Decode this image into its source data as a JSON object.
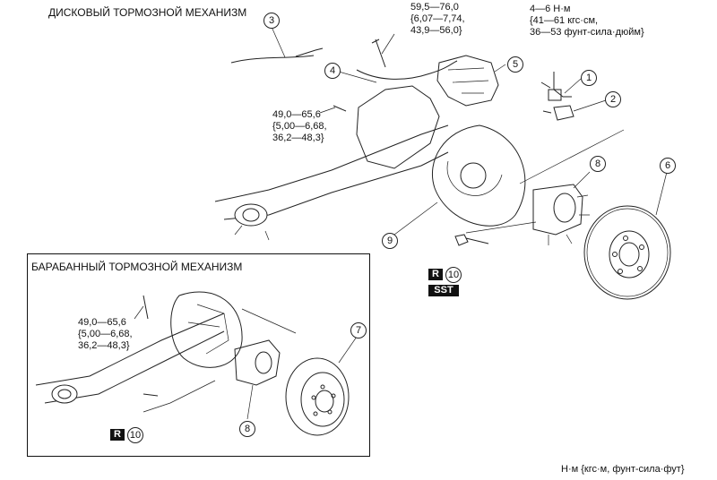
{
  "disc_section": {
    "title": "ДИСКОВЫЙ ТОРМОЗНОЙ МЕХАНИЗМ"
  },
  "drum_section": {
    "title": "БАРАБАННЫЙ ТОРМОЗНОЙ МЕХАНИЗМ"
  },
  "torque_caliper": [
    "59,5—76,0",
    "{6,07—7,74,",
    "43,9—56,0}"
  ],
  "torque_sensor": [
    "4—6 Н·м",
    "{41—61 кгс·см,",
    "36—53 фунт-сила·дюйм}"
  ],
  "torque_trailing_arm": [
    "49,0—65,6",
    "{5,00—6,68,",
    "36,2—48,3}"
  ],
  "torque_drum_arm": [
    "49,0—65,6",
    "{5,00—6,68,",
    "36,2—48,3}"
  ],
  "callouts": {
    "c1": "1",
    "c2": "2",
    "c3": "3",
    "c4": "4",
    "c5": "5",
    "c6": "6",
    "c7": "7",
    "c8_disc": "8",
    "c8_drum": "8",
    "c9": "9",
    "c10_disc": "10",
    "c10_drum": "10"
  },
  "badges": {
    "r_disc": "R",
    "sst": "SST",
    "r_drum": "R"
  },
  "units_note": "Н·м {кгс·м, фунт-сила·фут}"
}
